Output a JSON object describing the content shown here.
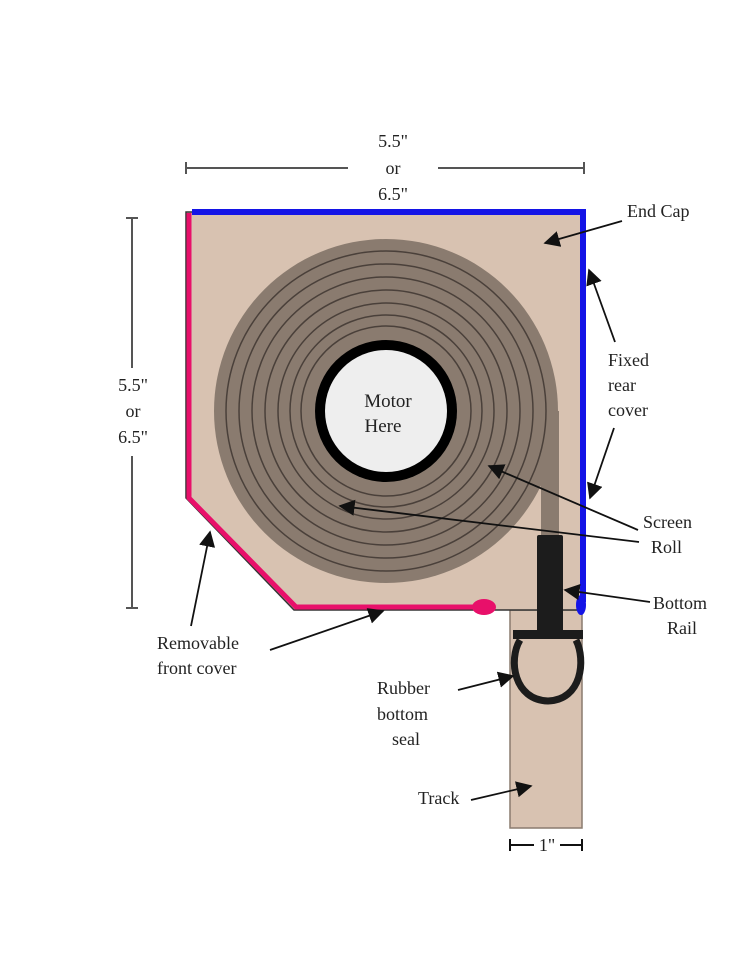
{
  "dimensions": {
    "top": [
      "5.5\"",
      "or",
      "6.5\""
    ],
    "side": [
      "5.5\"",
      "or",
      "6.5\""
    ],
    "track_width": "1\""
  },
  "labels": {
    "end_cap": "End Cap",
    "fixed_rear_cover": [
      "Fixed",
      "rear",
      "cover"
    ],
    "screen_roll": [
      "Screen",
      "Roll"
    ],
    "bottom_rail": [
      "Bottom",
      "Rail"
    ],
    "removable_front_cover": [
      "Removable",
      "front cover"
    ],
    "rubber_bottom_seal": [
      "Rubber",
      "bottom",
      "seal"
    ],
    "track": "Track",
    "motor": [
      "Motor",
      "Here"
    ]
  },
  "colors": {
    "housing_fill": "#d8c2b1",
    "screen_roll": "#8a7b6f",
    "roll_rings": "#4a403a",
    "motor_ring": "#000000",
    "motor_center": "#eeeeee",
    "front_cover": "#e8106a",
    "rear_cover": "#1414e6",
    "bottom_rail": "#1c1c1c",
    "dimension_lines": "#555555"
  }
}
